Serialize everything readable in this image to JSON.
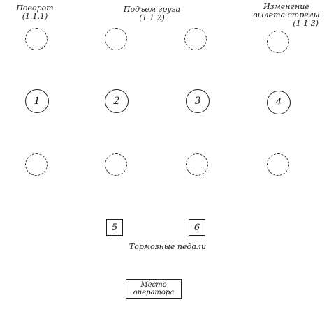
{
  "labels": {
    "rotation": {
      "line1": "Поворот",
      "line2": "(1.1.1)"
    },
    "lift": {
      "line1": "Подъем груза",
      "line2": "(1 1 2)"
    },
    "boom": {
      "line1": "Изменение",
      "line2": "вылета стрелы",
      "line3": "(1 1 3)"
    }
  },
  "levers": [
    "1",
    "2",
    "3",
    "4"
  ],
  "pedals": [
    "5",
    "6"
  ],
  "pedals_caption": "Тормозные педали",
  "operator": {
    "line1": "Место",
    "line2": "оператора"
  }
}
